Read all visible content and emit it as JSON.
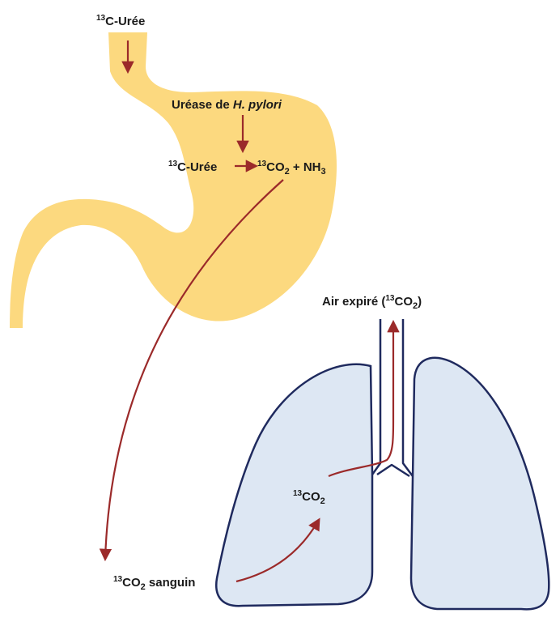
{
  "colors": {
    "stomach": "#fcd97f",
    "lung_fill": "#dde7f3",
    "lung_outline": "#1f2a5e",
    "arrow": "#9b2a2a",
    "text": "#1a1a1a"
  },
  "labels": {
    "top_urea": {
      "sup": "13",
      "text": "C-Urée"
    },
    "urease": {
      "text": "Uréase de ",
      "italic": "H. pylori"
    },
    "reaction": {
      "urea_sup": "13",
      "urea_text": "C-Urée",
      "co2_sup": "13",
      "co2_text": "CO",
      "co2_sub": "2",
      "plus": " + NH",
      "nh3_sub": "3"
    },
    "expired_air": {
      "text": "Air expiré (",
      "sup": "13",
      "co2": "CO",
      "sub": "2",
      "close": ")"
    },
    "lung_co2": {
      "sup": "13",
      "text": "CO",
      "sub": "2"
    },
    "blood_co2": {
      "sup": "13",
      "text": "CO",
      "sub": "2",
      "suffix": " sanguin"
    }
  }
}
